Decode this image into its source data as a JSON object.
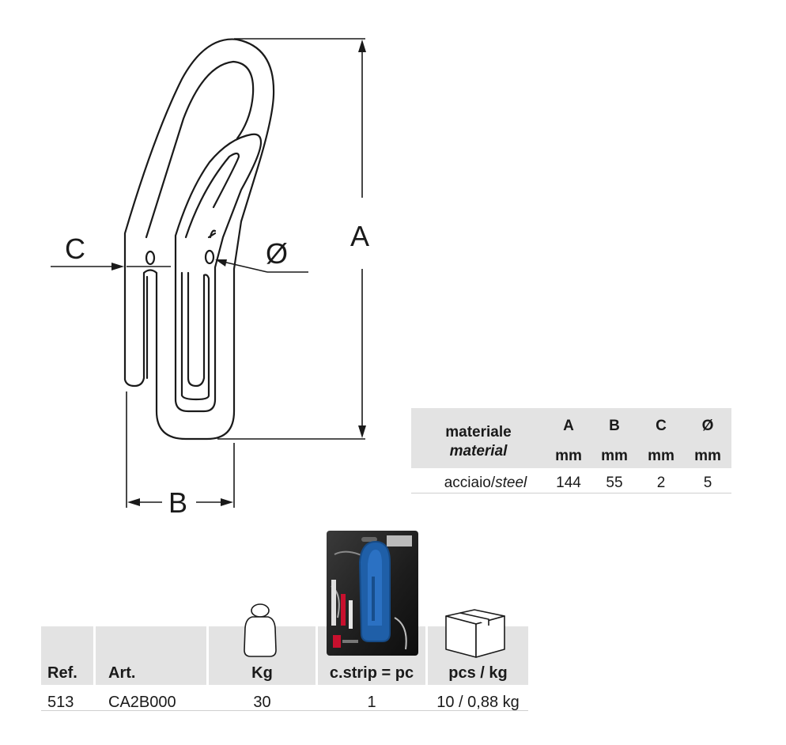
{
  "drawing": {
    "dim_a": "A",
    "dim_b": "B",
    "dim_c": "C",
    "dim_diameter": "Ø"
  },
  "spec_table": {
    "material_label": "materiale",
    "material_label_en": "material",
    "columns": [
      {
        "name": "A",
        "unit": "mm"
      },
      {
        "name": "B",
        "unit": "mm"
      },
      {
        "name": "C",
        "unit": "mm"
      },
      {
        "name": "Ø",
        "unit": "mm"
      }
    ],
    "row": {
      "material": "acciaio/",
      "material_en": "steel",
      "values": [
        "144",
        "55",
        "2",
        "5"
      ]
    }
  },
  "product_table": {
    "headers": {
      "ref": "Ref.",
      "art": "Art.",
      "kg": "Kg",
      "strip": "c.strip = pc",
      "pcs": "pcs / kg"
    },
    "row": {
      "ref": "513",
      "art": "CA2B000",
      "kg": "30",
      "strip": "1",
      "pcs": "10 / 0,88 kg"
    }
  },
  "icons": {
    "weight": "weight-icon",
    "package": "blister-package-image",
    "box": "box-icon"
  },
  "colors": {
    "header_bg": "#e3e3e3",
    "package_blue": "#1f5fa8",
    "package_red": "#c8102e",
    "package_dark": "#1c1c1c"
  }
}
